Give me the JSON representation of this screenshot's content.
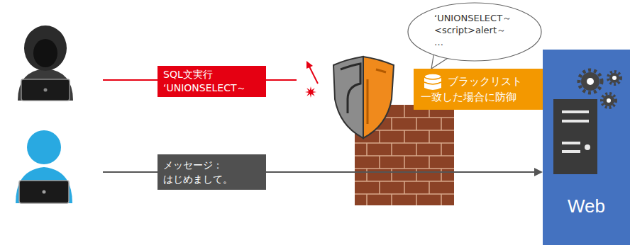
{
  "diagram": {
    "nodes": [
      {
        "text": [
          "‘UNIONSELECT～",
          "<script>alert～",
          "…"
        ]
      },
      {
        "text": [
          "ブラックリスト",
          "一致した場合に防御"
        ]
      },
      {
        "text": [
          "SQL文実行",
          "‘UNIONSELECT～"
        ]
      },
      {
        "text": [
          "メッセージ：",
          "はじめまして。"
        ]
      },
      {
        "text": [
          "Web"
        ]
      }
    ],
    "edges": [
      {
        "from": 3,
        "to": 4,
        "arrow": "to"
      }
    ]
  }
}
